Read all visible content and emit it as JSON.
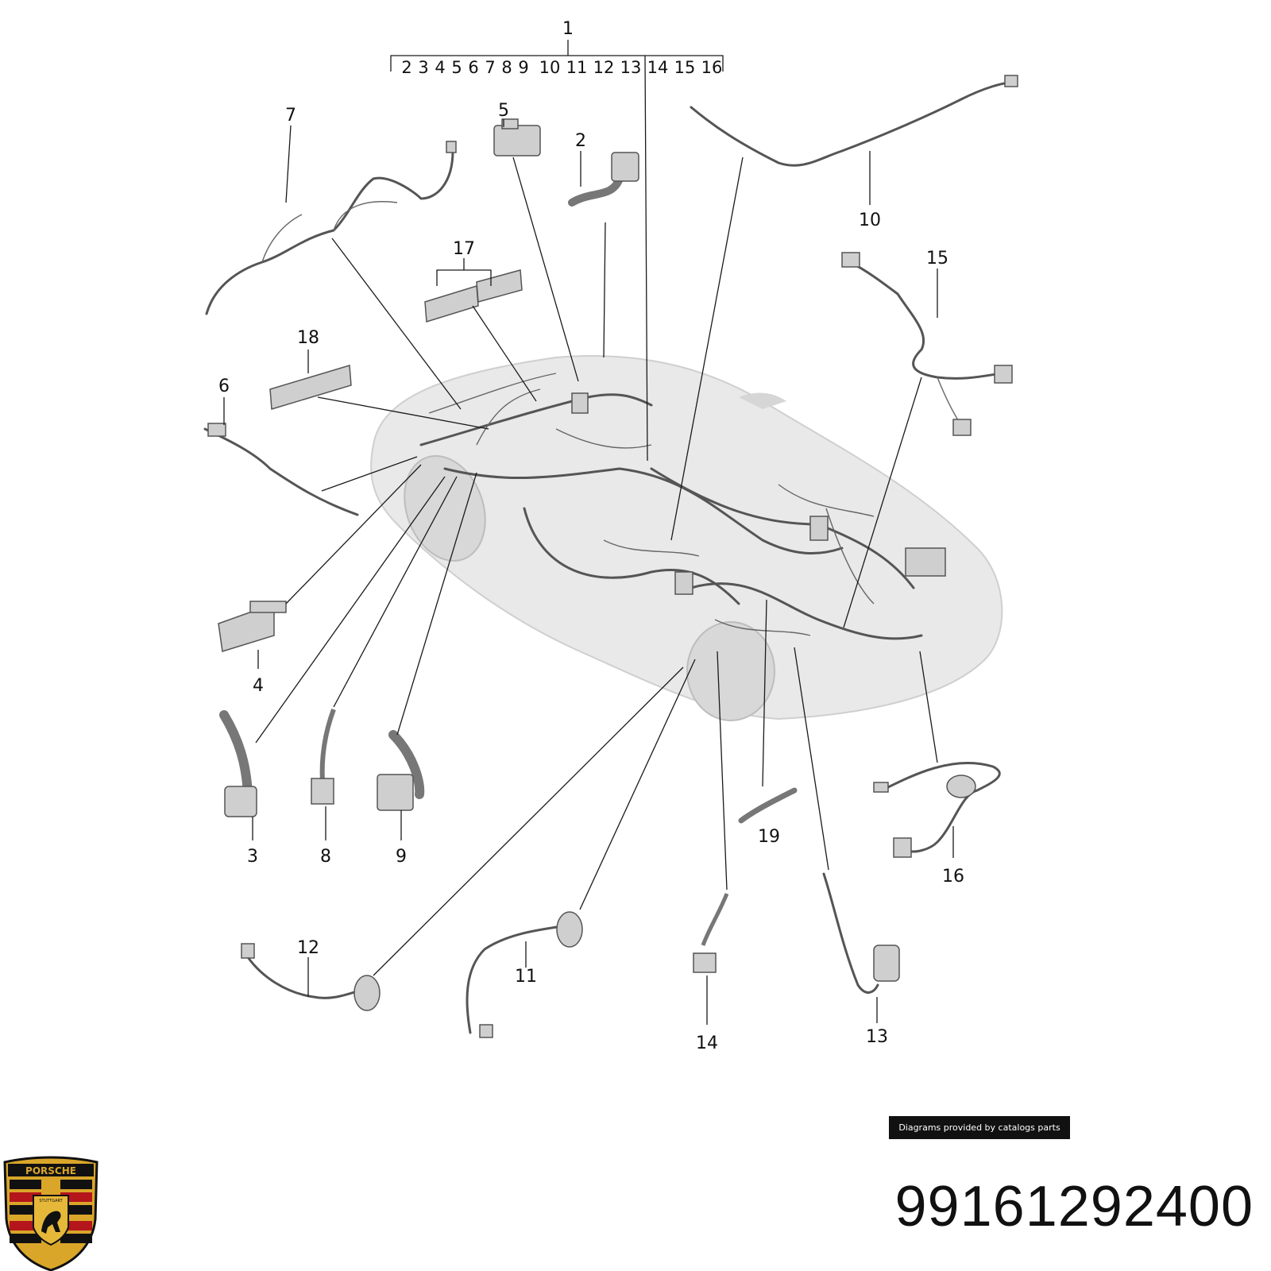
{
  "diagram": {
    "bracket": {
      "main_label": "1",
      "items": [
        "2",
        "3",
        "4",
        "5",
        "6",
        "7",
        "8",
        "9",
        "10",
        "11",
        "12",
        "13",
        "14",
        "15",
        "16"
      ]
    },
    "callouts": {
      "c2": "2",
      "c3": "3",
      "c4": "4",
      "c5": "5",
      "c6": "6",
      "c7": "7",
      "c8": "8",
      "c9": "9",
      "c10": "10",
      "c11": "11",
      "c12": "12",
      "c13": "13",
      "c14": "14",
      "c15": "15",
      "c16": "16",
      "c17": "17",
      "c18": "18",
      "c19": "19"
    }
  },
  "credit_text": "Diagrams provided by catalogs parts",
  "part_number": "99161292400",
  "logo": {
    "brand": "PORSCHE",
    "city": "STUTTGART",
    "colors": {
      "gold": "#d9a62a",
      "red": "#b4161b",
      "black": "#111111"
    }
  }
}
